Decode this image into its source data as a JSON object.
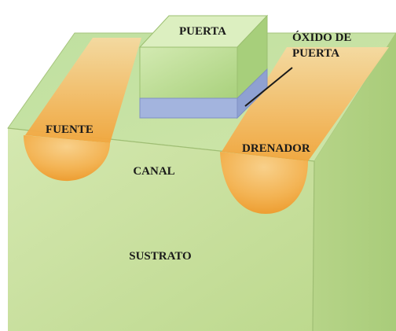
{
  "diagram": {
    "labels": {
      "gate": "PUERTA",
      "gate_oxide_line1": "ÓXIDO DE",
      "gate_oxide_line2": "PUERTA",
      "source": "FUENTE",
      "drain": "DRENADOR",
      "channel": "CANAL",
      "substrate": "SUSTRATO"
    },
    "colors": {
      "substrate_top": "#c6df9a",
      "substrate_front": "#cfe3a6",
      "substrate_side": "#b9d98b",
      "doped_region": "#f2a53c",
      "doped_region_light": "#f6c675",
      "gate": "#b7d98c",
      "gate_top": "#d6ebb3",
      "oxide": "#9fb0dc",
      "leader_line": "#1a1a1a"
    }
  }
}
